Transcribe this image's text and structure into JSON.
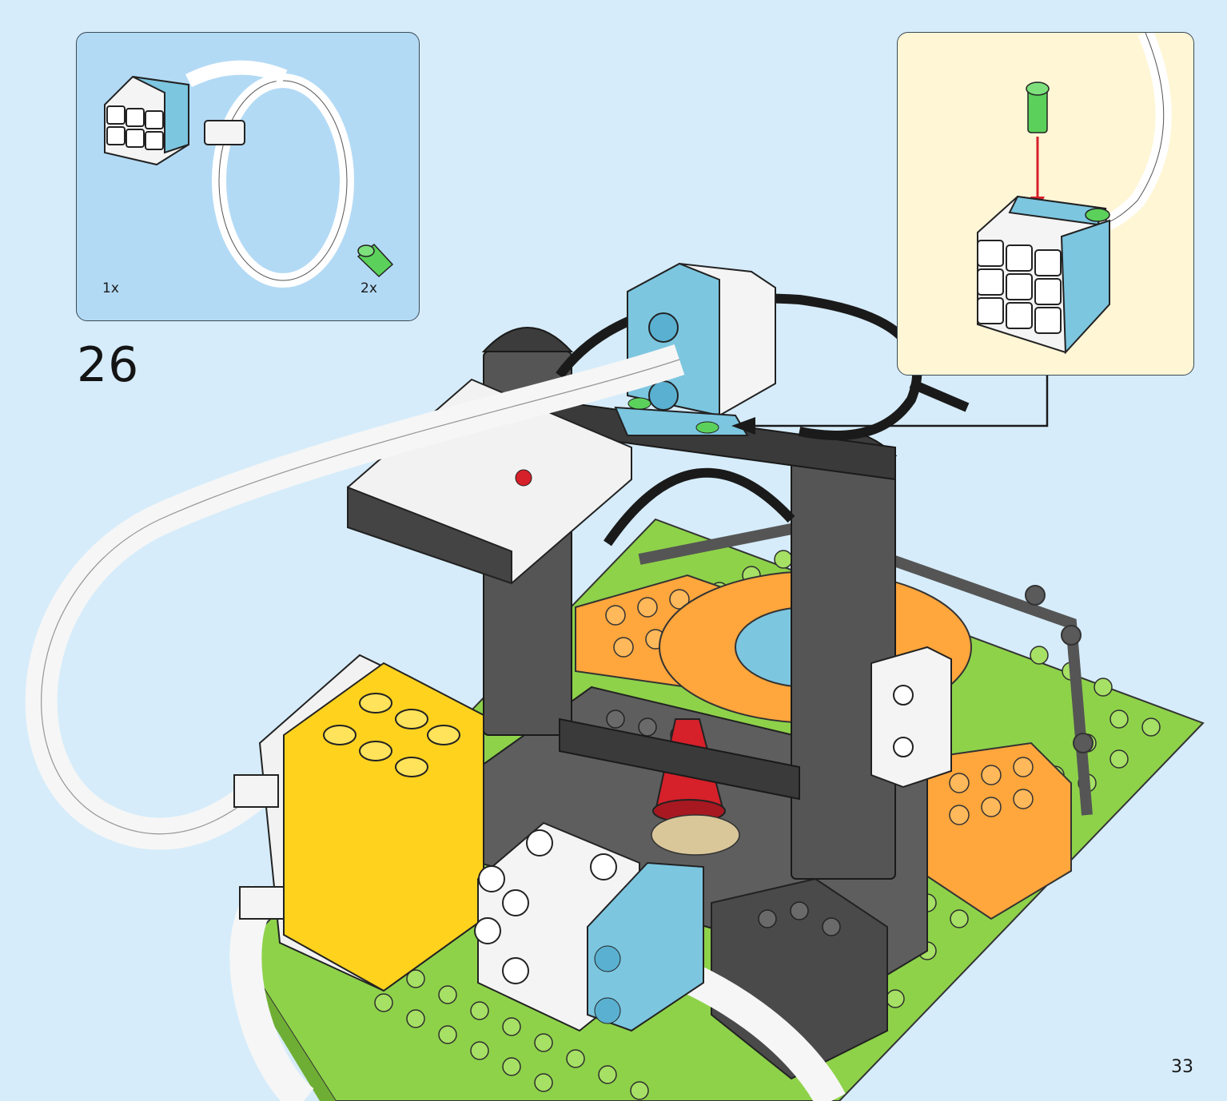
{
  "step": {
    "number": "26"
  },
  "parts": {
    "items": [
      {
        "name": "color-sensor-with-cable",
        "quantity": "1x"
      },
      {
        "name": "green-connector-peg",
        "quantity": "2x"
      }
    ]
  },
  "page": {
    "number": "33"
  },
  "colors": {
    "background": "#d6ecfa",
    "parts_panel": "#b3daf5",
    "detail_panel": "#fff6d6",
    "baseplate_green": "#8ed24a",
    "brick_orange": "#ffa63c",
    "hub_yellow": "#ffd21e",
    "sensor_blue": "#7cc6e0",
    "frame_dark": "#4a4a4a",
    "arrow_red": "#d6202a"
  },
  "icons": {
    "parts": [
      "color-sensor-icon",
      "cable-icon",
      "connector-peg-icon"
    ],
    "detail": [
      "connector-peg-icon",
      "insertion-arrow-icon",
      "color-sensor-icon"
    ]
  }
}
